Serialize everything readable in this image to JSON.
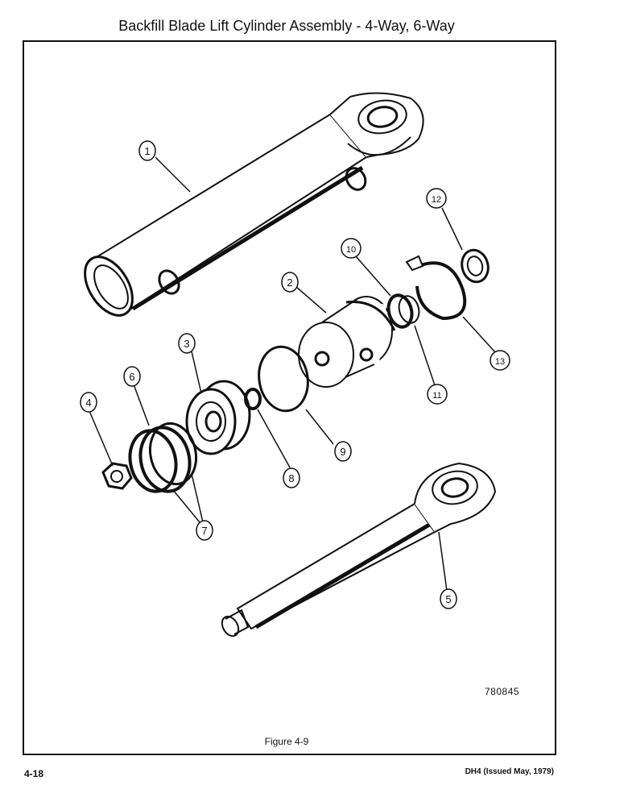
{
  "title": "Backfill Blade Lift Cylinder Assembly - 4-Way, 6-Way",
  "caption": "Figure 4-9",
  "drawing_number": "780845",
  "footer": {
    "page_number": "4-18",
    "doc_id": "DH4 (Issued May, 1979)"
  },
  "callouts": [
    {
      "id": "1",
      "label": "1"
    },
    {
      "id": "2",
      "label": "2"
    },
    {
      "id": "3",
      "label": "3"
    },
    {
      "id": "4",
      "label": "4"
    },
    {
      "id": "5",
      "label": "5"
    },
    {
      "id": "6",
      "label": "6"
    },
    {
      "id": "7",
      "label": "7"
    },
    {
      "id": "8",
      "label": "8"
    },
    {
      "id": "9",
      "label": "9"
    },
    {
      "id": "10",
      "label": "10"
    },
    {
      "id": "11",
      "label": "11"
    },
    {
      "id": "12",
      "label": "12"
    },
    {
      "id": "13",
      "label": "13"
    }
  ]
}
